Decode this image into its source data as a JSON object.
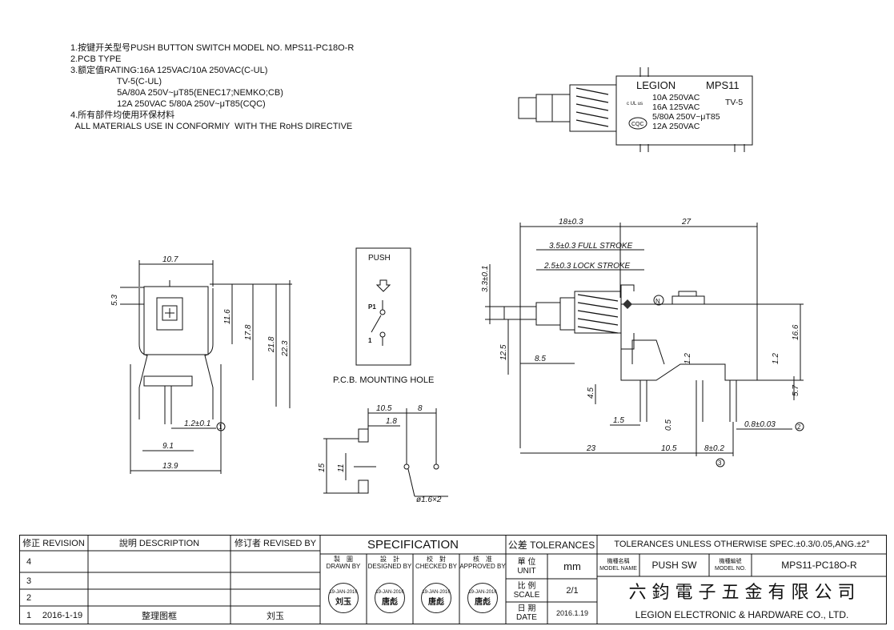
{
  "notes": [
    "1.按键开关型号PUSH BUTTON SWITCH MODEL NO. MPS11-PC18O-R",
    "2.PCB TYPE",
    "3.额定值RATING:16A 125VAC/10A 250VAC(C-UL)",
    "                   TV-5(C-UL)",
    "                   5A/80A 250V~μT85(ENEC17;NEMKO;CB)",
    "                   12A 250VAC 5/80A 250V~μT85(CQC)",
    "",
    "4.所有部件均使用环保材料",
    "  ALL MATERIALS USE IN CONFORMIY  WITH THE RoHS DIRECTIVE"
  ],
  "product_label": {
    "brand": "LEGION",
    "model": "MPS11",
    "ratings": [
      "10A 250VAC",
      "16A 125VAC",
      "5/80A 250V~μT85",
      "12A 250VAC"
    ],
    "tv": "TV-5",
    "cqc": "CQC",
    "cul": "c UL us"
  },
  "front_view": {
    "dims": [
      "10.7",
      "5.3",
      "11.6",
      "17.8",
      "21.8",
      "22.3",
      "1.2±0.1",
      "9.1",
      "13.9"
    ],
    "balloon": "1"
  },
  "schematic": {
    "title": "PUSH",
    "p1": "P1",
    "p2": "1"
  },
  "mounting_hole": {
    "title": "P.C.B. MOUNTING HOLE",
    "dims": [
      "10.5",
      "8",
      "1.8",
      "15",
      "11",
      "ø1.6×2"
    ]
  },
  "side_view": {
    "dims": [
      "18±0.3",
      "27",
      "3.5±0.3 FULL STROKE",
      "2.5±0.3 LOCK STROKE",
      "3.3±0.1",
      "12.5",
      "8.5",
      "16.6",
      "1.2",
      "1.2",
      "5.7",
      "4.5",
      "1.5",
      "0.5",
      "0.8±0.03",
      "23",
      "10.5",
      "8±0.2"
    ],
    "balloons": [
      "2",
      "3"
    ]
  },
  "title_block": {
    "rev_header": "修正 REVISION",
    "desc_header": "說明 DESCRIPTION",
    "revby_header": "修订者 REVISED BY",
    "spec": "SPECIFICATION",
    "tol_label": "公差 TOLERANCES",
    "tol_text": "TOLERANCES UNLESS OTHERWISE SPEC.±0.3/0.05,ANG.±2°",
    "revisions": [
      {
        "mark": "4",
        "date": "",
        "desc": "",
        "by": ""
      },
      {
        "mark": "3",
        "date": "",
        "desc": "",
        "by": ""
      },
      {
        "mark": "2",
        "date": "",
        "desc": "",
        "by": ""
      },
      {
        "mark": "1",
        "date": "2016-1-19",
        "desc": "整理图框",
        "by": "刘玉"
      }
    ],
    "roles": [
      {
        "zh": "製　圖",
        "en": "DRAWN BY",
        "date": "19-JAN-2016",
        "sign": "刘玉"
      },
      {
        "zh": "設　計",
        "en": "DESIGNED BY",
        "date": "19-JAN-2016",
        "sign": "唐彪"
      },
      {
        "zh": "校　對",
        "en": "CHECKED BY",
        "date": "19-JAN-2016",
        "sign": "唐彪"
      },
      {
        "zh": "核　准",
        "en": "APPROVED BY",
        "date": "19-JAN-2016",
        "sign": "唐彪"
      }
    ],
    "unit_label_zh": "單 位",
    "unit_label_en": "UNIT",
    "unit": "mm",
    "scale_label_zh": "比 例",
    "scale_label_en": "SCALE",
    "scale": "2/1",
    "date_label_zh": "日 期",
    "date_label_en": "DATE",
    "date": "2016.1.19",
    "name_label_zh": "機種名稱",
    "name_label_en": "MODEL NAME",
    "name": "PUSH SW",
    "no_label_zh": "機種編號",
    "no_label_en": "MODEL NO.",
    "model_no": "MPS11-PC18O-R",
    "company_zh": "六 鈞 電 子 五 金 有 限 公 司",
    "company_en": "LEGION ELECTRONIC & HARDWARE CO., LTD."
  }
}
